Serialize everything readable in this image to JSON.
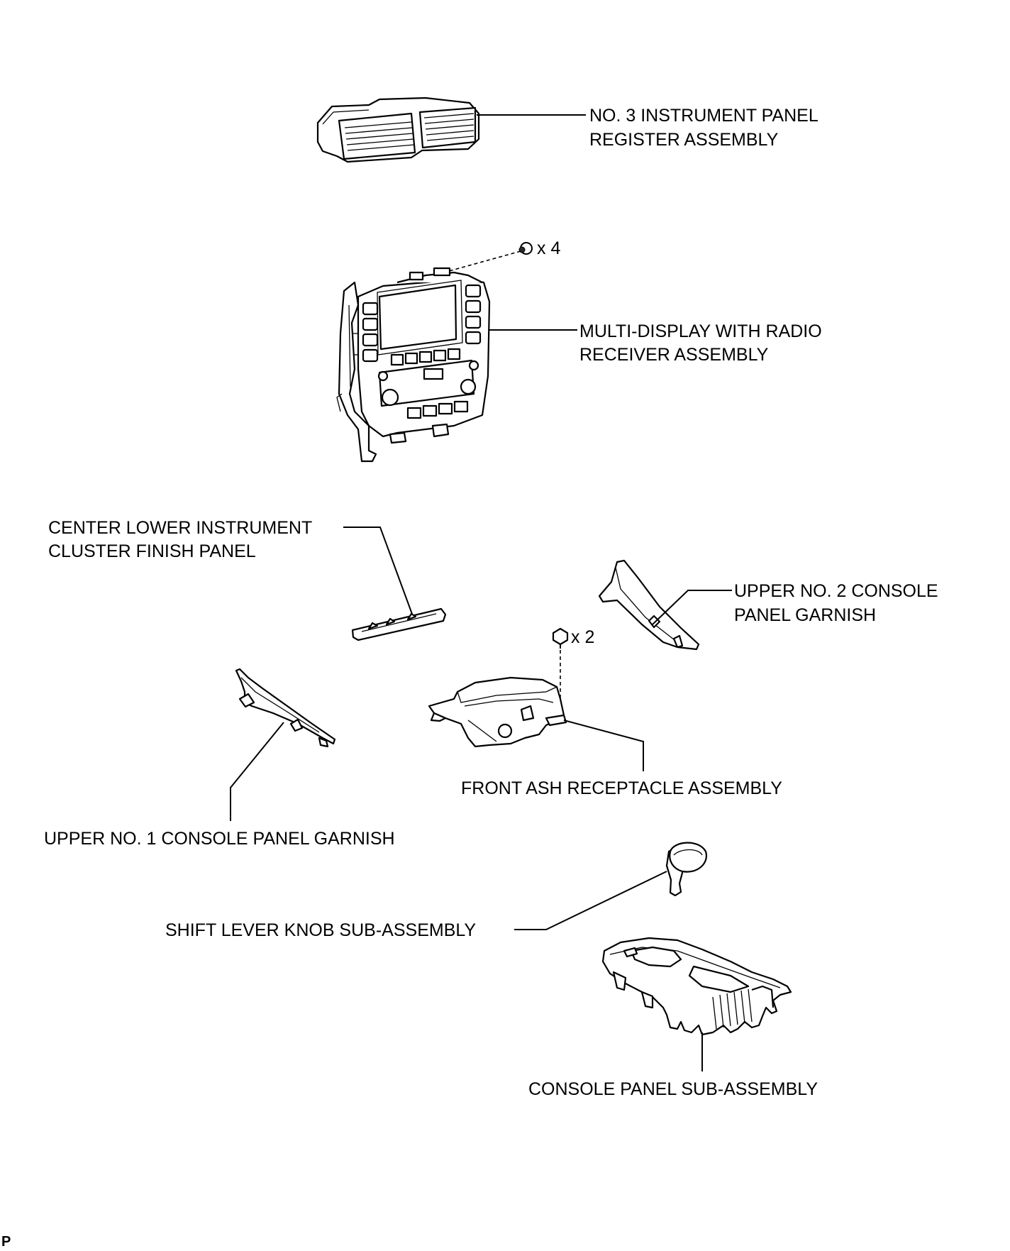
{
  "labels": {
    "register_line1": "NO. 3 INSTRUMENT PANEL",
    "register_line2": "REGISTER ASSEMBLY",
    "screw_qty_4": "x 4",
    "radio_line1": "MULTI-DISPLAY WITH RADIO",
    "radio_line2": "RECEIVER ASSEMBLY",
    "finish_line1": "CENTER LOWER INSTRUMENT",
    "finish_line2": "CLUSTER FINISH PANEL",
    "garnish2_line1": "UPPER NO. 2 CONSOLE",
    "garnish2_line2": "PANEL GARNISH",
    "screw_qty_2": "x 2",
    "ash": "FRONT ASH RECEPTACLE ASSEMBLY",
    "garnish1": "UPPER NO. 1 CONSOLE PANEL GARNISH",
    "knob": "SHIFT LEVER KNOB SUB-ASSEMBLY",
    "console": "CONSOLE PANEL SUB-ASSEMBLY",
    "corner_code": "P"
  }
}
